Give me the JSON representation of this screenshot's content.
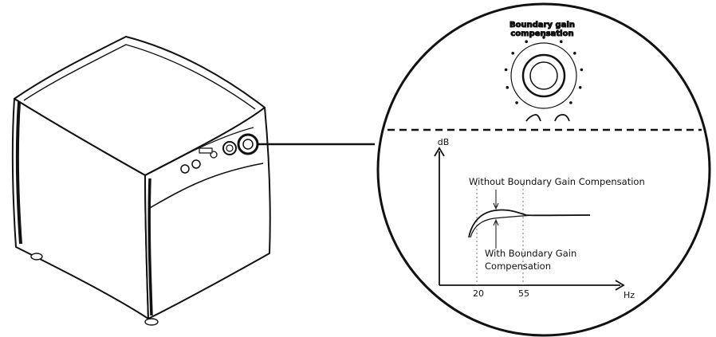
{
  "inset": {
    "control_title_line1": "Boundary gain",
    "control_title_line2": "compensation",
    "graph": {
      "y_axis_label": "dB",
      "x_axis_label": "Hz",
      "x_ticks": [
        "20",
        "55"
      ],
      "annotation_without": "Without Boundary Gain Compensation",
      "annotation_with_line1": "With Boundary Gain",
      "annotation_with_line2": "Compensation"
    }
  },
  "colors": {
    "line": "#111111",
    "background": "#ffffff"
  }
}
